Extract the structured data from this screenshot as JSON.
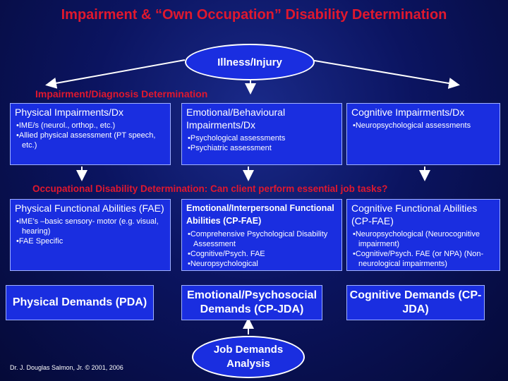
{
  "title": "Impairment & “Own Occupation” Disability Determination",
  "illness": "Illness/Injury",
  "impairment_section": "Impairment/Diagnosis Determination",
  "impairments": [
    {
      "heading": "Physical Impairments/Dx",
      "items": [
        "IME/s (neurol., orthop., etc.)",
        "Allied physical assessment (PT speech, etc.)"
      ]
    },
    {
      "heading": "Emotional/Behavioural Impairments/Dx",
      "items": [
        "Psychological assessments",
        "Psychiatric assessment"
      ]
    },
    {
      "heading": "Cognitive Impairments/Dx",
      "items": [
        "Neuropsychological assessments"
      ]
    }
  ],
  "occupational_section": "Occupational Disability Determination:  Can client perform essential job tasks?",
  "abilities": [
    {
      "heading": "Physical Functional Abilities (FAE)",
      "items": [
        "IME’s –basic sensory- motor (e.g. visual, hearing)",
        "FAE Specific"
      ]
    },
    {
      "heading": "Emotional/Interpersonal Functional Abilities (CP-FAE)",
      "items": [
        "Comprehensive Psychological Disability Assessment",
        "Cognitive/Psych. FAE",
        "Neuropsychological"
      ]
    },
    {
      "heading": "Cognitive Functional Abilities (CP-FAE)",
      "items": [
        "Neuropsychological (Neurocognitive impairment)",
        "Cognitive/Psych. FAE (or NPA) (Non-neurological impairments)"
      ]
    }
  ],
  "demands": [
    {
      "label": "Physical Demands (PDA)"
    },
    {
      "label": "Emotional/Psychosocial Demands (CP-JDA)"
    },
    {
      "label": "Cognitive Demands (CP-JDA)"
    }
  ],
  "job_demands": "Job Demands Analysis",
  "footer": "Dr. J. Douglas Salmon, Jr. © 2001, 2006",
  "colors": {
    "title": "#e0182e",
    "box": "#1a2ee0",
    "background": "#0b1460"
  }
}
